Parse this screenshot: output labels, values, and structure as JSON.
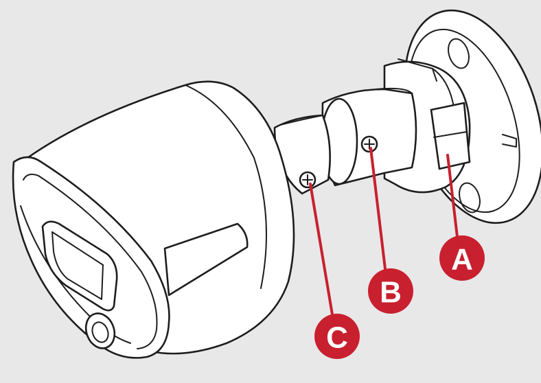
{
  "callouts": {
    "a": {
      "letter": "A"
    },
    "b": {
      "letter": "B"
    },
    "c": {
      "letter": "C"
    }
  },
  "colors": {
    "background": "#e8e8e9",
    "callout": "#c8202e",
    "outline": "#1d1d1d",
    "body": "#ffffff"
  }
}
